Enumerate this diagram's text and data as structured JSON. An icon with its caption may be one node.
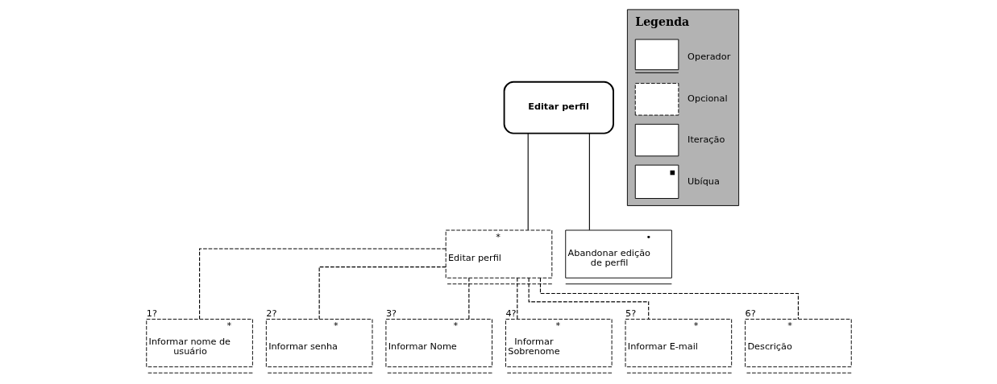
{
  "diagram": {
    "nodes": [
      {
        "text": [
          "Editar perfil"
        ]
      },
      {
        "text": [
          "•",
          "Abandonar edição de perfil"
        ]
      },
      {
        "text": [
          "*",
          "Editar perfil"
        ]
      },
      {
        "text": [
          "*",
          "Informar nome de usuário"
        ],
        "beside": [
          "1?"
        ]
      },
      {
        "text": [
          "*",
          "Informar senha"
        ],
        "beside": [
          "2?"
        ]
      },
      {
        "text": [
          "*",
          "Informar Nome"
        ],
        "beside": [
          "3?"
        ]
      },
      {
        "text": [
          "*",
          "Informar Sobrenome"
        ],
        "beside": [
          "4?"
        ]
      },
      {
        "text": [
          "*",
          "Informar E-mail"
        ],
        "beside": [
          "5?"
        ]
      },
      {
        "text": [
          "*",
          "Descrição"
        ],
        "beside": [
          "6?"
        ]
      }
    ],
    "edges": [
      {
        "from": 0,
        "to": 1,
        "arrow": "none"
      },
      {
        "from": 0,
        "to": 2,
        "arrow": "none"
      },
      {
        "from": 2,
        "to": 3,
        "arrow": "none",
        "style": "dashed"
      },
      {
        "from": 2,
        "to": 4,
        "arrow": "none",
        "style": "dashed"
      },
      {
        "from": 2,
        "to": 5,
        "arrow": "none",
        "style": "dashed"
      },
      {
        "from": 2,
        "to": 6,
        "arrow": "none",
        "style": "dashed"
      },
      {
        "from": 2,
        "to": 7,
        "arrow": "none",
        "style": "dashed"
      },
      {
        "from": 2,
        "to": 8,
        "arrow": "none",
        "style": "dashed"
      }
    ],
    "labels": [
      "Legenda"
    ],
    "legend": [
      {
        "text": "Operador"
      },
      {
        "text": "Opcional"
      },
      {
        "text": "Iteração"
      },
      {
        "text": "Ubíqua"
      }
    ]
  }
}
